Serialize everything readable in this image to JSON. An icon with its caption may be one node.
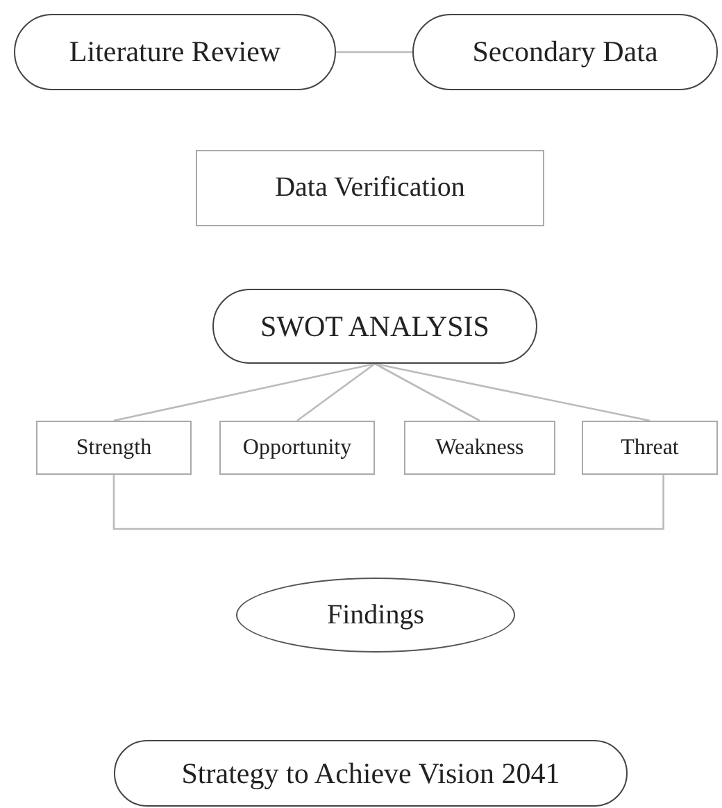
{
  "diagram": {
    "nodes": [
      {
        "text": [
          "Literature Review"
        ]
      },
      {
        "text": [
          "Secondary Data"
        ]
      },
      {
        "text": [
          "Data Verification"
        ]
      },
      {
        "text": [
          "SWOT ANALYSIS"
        ]
      },
      {
        "text": [
          "Strength"
        ]
      },
      {
        "text": [
          "Opportunity"
        ]
      },
      {
        "text": [
          "Weakness"
        ]
      },
      {
        "text": [
          "Threat"
        ]
      },
      {
        "text": [
          "Findings"
        ]
      },
      {
        "text": [
          "Strategy to Achieve Vision 2041"
        ]
      }
    ],
    "edges": [
      {
        "from": 0,
        "to": 1,
        "arrow": "none"
      },
      {
        "from": 3,
        "to": 4,
        "arrow": "none"
      },
      {
        "from": 3,
        "to": 5,
        "arrow": "none"
      },
      {
        "from": 3,
        "to": 6,
        "arrow": "none"
      },
      {
        "from": 3,
        "to": 7,
        "arrow": "none"
      },
      {
        "from": 4,
        "to": 7,
        "arrow": "none"
      }
    ]
  }
}
